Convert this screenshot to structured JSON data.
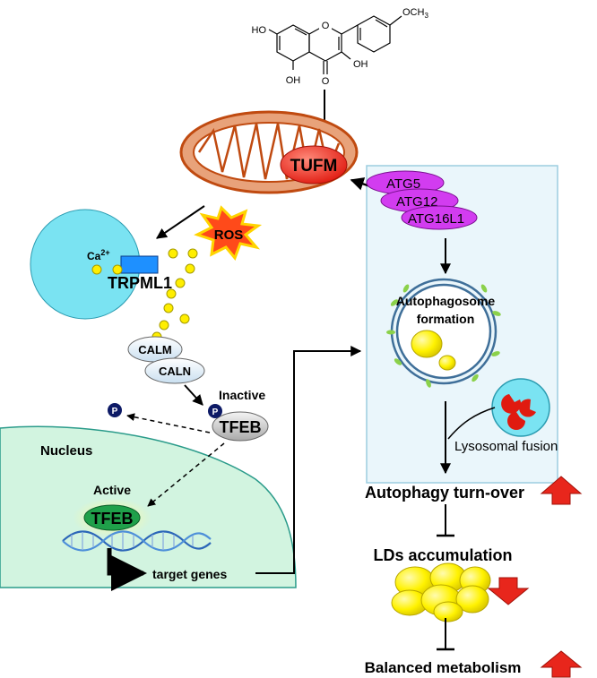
{
  "molecule": {
    "ho_left": "HO",
    "ho_right": "OH",
    "oh_bottom": "OH",
    "o_carbonyl": "O",
    "o_ring": "O",
    "och3": "OCH",
    "och3_sub": "3"
  },
  "mito": {
    "tufm": "TUFM"
  },
  "ros": {
    "label": "ROS"
  },
  "lysosome_cell": {
    "ca_label": "Ca",
    "ca_sup": "2+",
    "channel": "TRPML1"
  },
  "calcium": {
    "calm": "CALM",
    "caln": "CALN"
  },
  "tfeb_inactive": {
    "state": "Inactive",
    "label": "TFEB",
    "phospho": "P"
  },
  "nucleus": {
    "title": "Nucleus",
    "active": "Active",
    "tfeb": "TFEB",
    "genes": "target genes"
  },
  "atg": {
    "atg5": "ATG5",
    "atg12": "ATG12",
    "atg16l1": "ATG16L1"
  },
  "autophagy": {
    "autophagosome_line1": "Autophagosome",
    "autophagosome_line2": "formation",
    "lysosomal_fusion": "Lysosomal fusion",
    "turnover": "Autophagy turn-over",
    "lds": "LDs accumulation",
    "balanced": "Balanced metabolism"
  },
  "colors": {
    "mito_fill": "#e8a27a",
    "tufm": "#e8261c",
    "ros": "#ff4a1a",
    "cell": "#7ae3f2",
    "channel": "#1e90ff",
    "calcium_dot": "#ffee00",
    "nucleus": "#d2f4e0",
    "tfeb_active": "#1fa04a",
    "atg": "#d23cf0",
    "panel": "#eaf6fb",
    "up_arrow": "#e8261c"
  }
}
